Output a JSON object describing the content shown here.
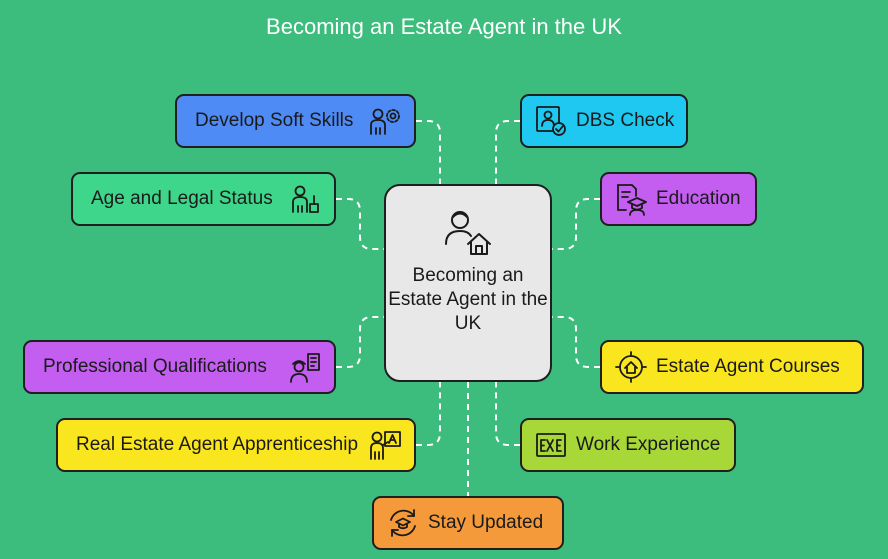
{
  "title": "Becoming an Estate Agent in the UK",
  "center": {
    "label": "Becoming an Estate Agent in the UK",
    "icon": "agent-house-icon"
  },
  "nodes": [
    {
      "id": "soft-skills",
      "label": "Develop Soft Skills",
      "color": "#4f8bf5",
      "icon": "person-gears-icon"
    },
    {
      "id": "dbs-check",
      "label": "DBS Check",
      "color": "#1ec8f0",
      "icon": "id-check-icon"
    },
    {
      "id": "age-legal",
      "label": "Age and Legal Status",
      "color": "#3ed68a",
      "icon": "person-id-icon"
    },
    {
      "id": "education",
      "label": "Education",
      "color": "#c35ef0",
      "icon": "graduate-certificate-icon"
    },
    {
      "id": "professional-qualifications",
      "label": "Professional Qualifications",
      "color": "#c35ef0",
      "icon": "person-certificate-icon"
    },
    {
      "id": "estate-agent-courses",
      "label": "Estate Agent Courses",
      "color": "#fae61e",
      "icon": "target-house-icon"
    },
    {
      "id": "apprenticeship",
      "label": "Real Estate Agent Apprenticeship",
      "color": "#fae61e",
      "icon": "person-board-icon"
    },
    {
      "id": "work-experience",
      "label": "Work Experience",
      "color": "#a8d838",
      "icon": "exe-file-icon"
    },
    {
      "id": "stay-updated",
      "label": "Stay Updated",
      "color": "#f49a3a",
      "icon": "refresh-graduate-icon"
    }
  ]
}
